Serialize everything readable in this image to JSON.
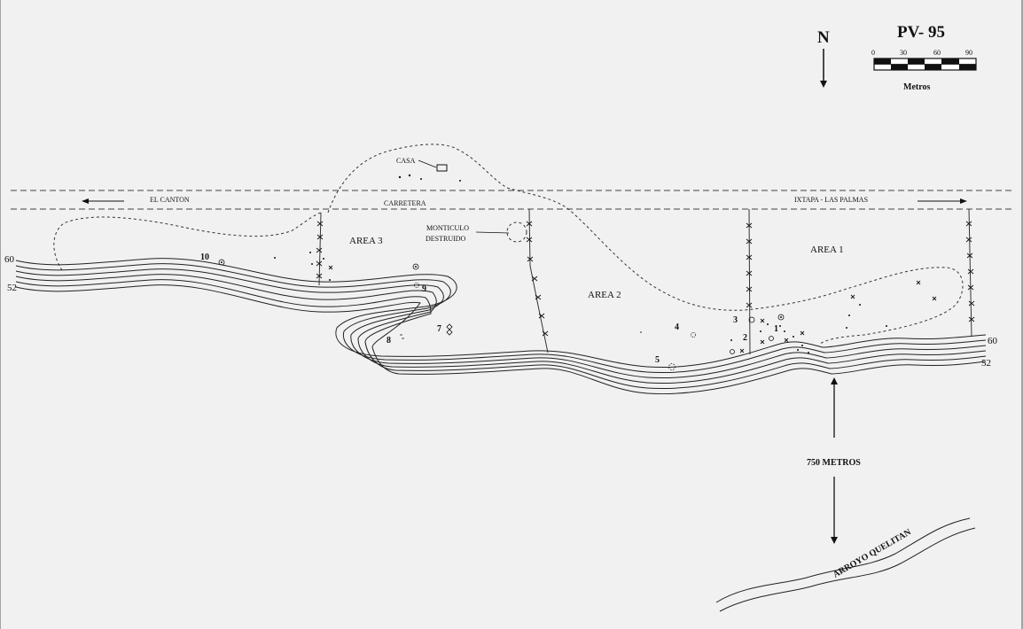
{
  "site": {
    "code": "PV- 95"
  },
  "north": {
    "label": "N"
  },
  "scale": {
    "ticks": [
      "0",
      "30",
      "60",
      "90"
    ],
    "unit": "Metros"
  },
  "road": {
    "label": "CARRETERA",
    "west_destination": "EL CANTON",
    "east_destination": "IXTAPA - LAS PALMAS"
  },
  "features": {
    "house": "CASA",
    "mound_line1": "MONTICULO",
    "mound_line2": "DESTRUIDO"
  },
  "areas": [
    "AREA 1",
    "AREA 2",
    "AREA 3"
  ],
  "contours": {
    "west_upper": "60",
    "west_lower": "52",
    "east_upper": "60",
    "east_lower": "52"
  },
  "loci": [
    "1",
    "2",
    "3",
    "4",
    "5",
    "7",
    "8",
    "9",
    "10"
  ],
  "distance": {
    "label": "750 METROS"
  },
  "stream": {
    "label": "ARROYO QUELITAN"
  },
  "colors": {
    "background": "#f1f1f1",
    "ink": "#111111"
  }
}
